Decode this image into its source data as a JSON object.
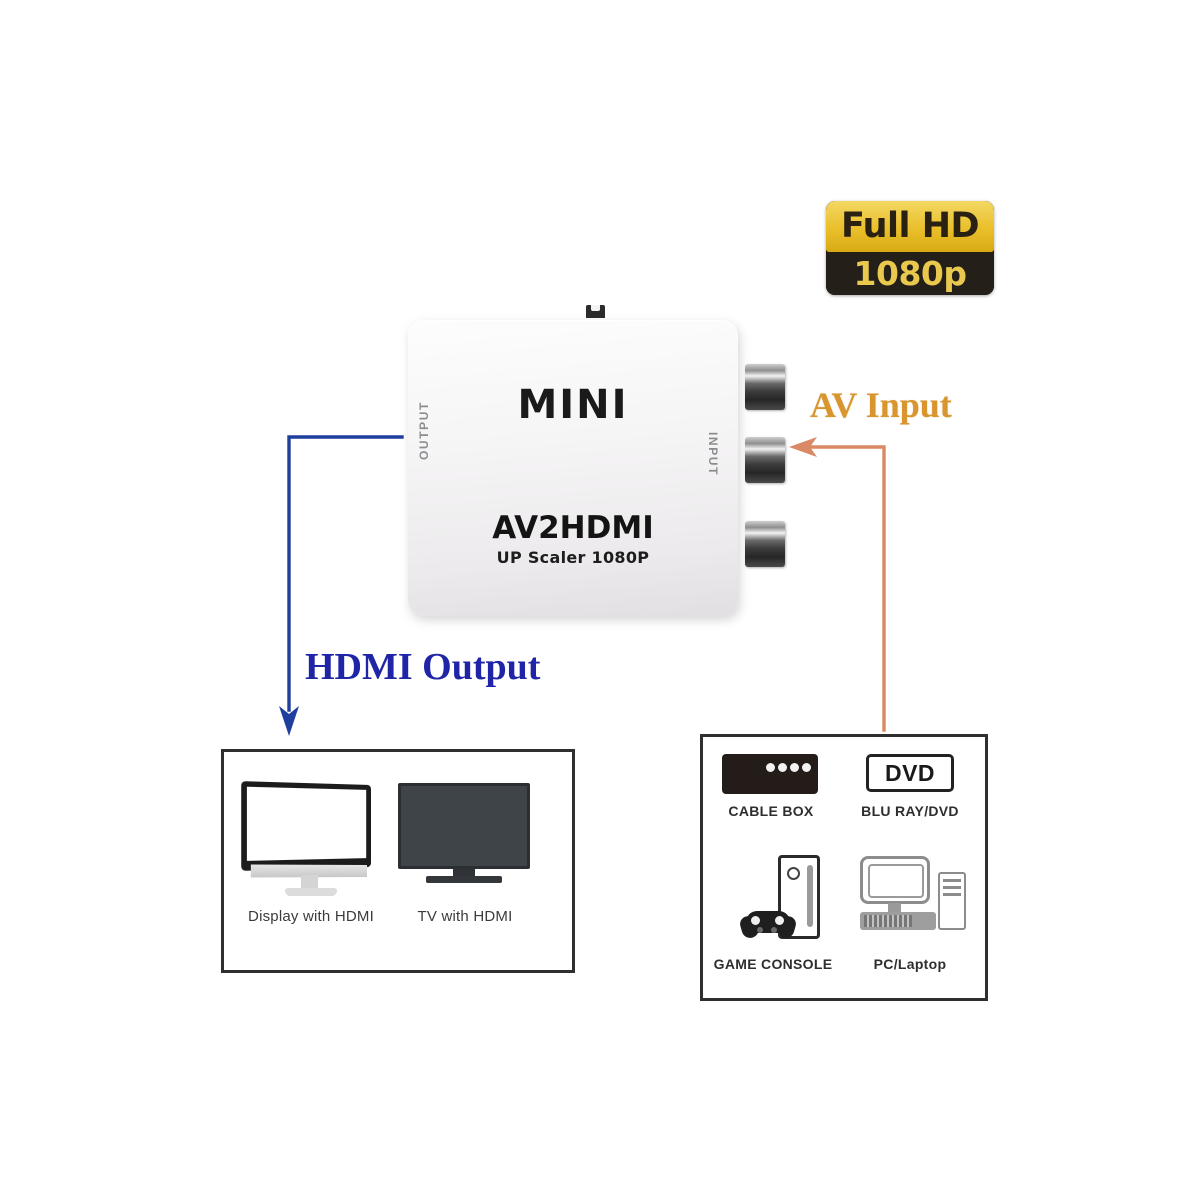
{
  "badge": {
    "name": "full-hd-badge",
    "top_text": "Full HD",
    "bottom_text": "1080p",
    "top_bg": "#e9bf2a",
    "top_fg": "#2a2113",
    "bottom_bg": "#241f18",
    "bottom_fg": "#e8c84d"
  },
  "device": {
    "brand": "MINI",
    "model": "AV2HDMI",
    "subtitle": "UP Scaler 1080P",
    "output_label": "OUTPUT",
    "input_label": "INPUT",
    "body_color": "#f4f3f5",
    "jack_count": 3
  },
  "annotations": {
    "av_input": {
      "text": "AV Input",
      "color": "#d9962f"
    },
    "hdmi_output": {
      "text": "HDMI Output",
      "color": "#1f25a6"
    }
  },
  "panels": {
    "displays": {
      "title": "display-devices",
      "items": [
        {
          "label": "Display with HDMI",
          "icon": "monitor-icon"
        },
        {
          "label": "TV with HDMI",
          "icon": "tv-icon"
        }
      ]
    },
    "sources": {
      "title": "source-devices",
      "items": [
        {
          "label": "CABLE BOX",
          "icon": "cable-box-icon"
        },
        {
          "label": "BLU RAY/DVD",
          "icon": "dvd-icon",
          "badge_text": "DVD"
        },
        {
          "label": "GAME CONSOLE",
          "icon": "game-console-icon"
        },
        {
          "label": "PC/Laptop",
          "icon": "desktop-computer-icon"
        }
      ]
    }
  }
}
